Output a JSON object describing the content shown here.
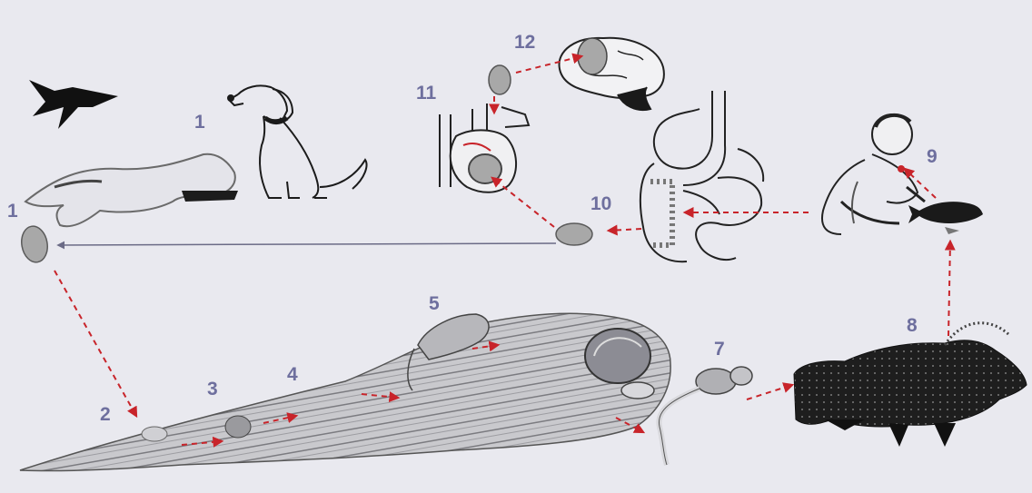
{
  "colors": {
    "background": "#e9e9ef",
    "stage_numbers": "#6e6f9e",
    "arrow_red": "#c8242a",
    "arrow_grey": "#6b6b86",
    "ink": "#2a2a2a",
    "egg": "#a9a9a9"
  },
  "stages": [
    {
      "id": "1a",
      "label": "1"
    },
    {
      "id": "1b",
      "label": "1"
    },
    {
      "id": "2",
      "label": "2"
    },
    {
      "id": "3",
      "label": "3"
    },
    {
      "id": "4",
      "label": "4"
    },
    {
      "id": "5",
      "label": "5"
    },
    {
      "id": "7",
      "label": "7"
    },
    {
      "id": "8",
      "label": "8"
    },
    {
      "id": "9",
      "label": "9"
    },
    {
      "id": "10",
      "label": "10"
    },
    {
      "id": "11",
      "label": "11"
    },
    {
      "id": "12",
      "label": "12"
    }
  ],
  "figures": [
    {
      "name": "bird",
      "icon": "bird-silhouette"
    },
    {
      "name": "dog",
      "icon": "dog-sketch"
    },
    {
      "name": "cat",
      "icon": "cat-sketch"
    },
    {
      "name": "snail",
      "icon": "snail-shell"
    },
    {
      "name": "fish-large",
      "icon": "fish-silhouette"
    },
    {
      "name": "fish-small",
      "icon": "fish-silhouette"
    },
    {
      "name": "human",
      "icon": "human-eating"
    },
    {
      "name": "digestive-tract",
      "icon": "stomach-intestine"
    },
    {
      "name": "heart",
      "icon": "heart-anatomy"
    },
    {
      "name": "brain",
      "icon": "brain"
    }
  ]
}
